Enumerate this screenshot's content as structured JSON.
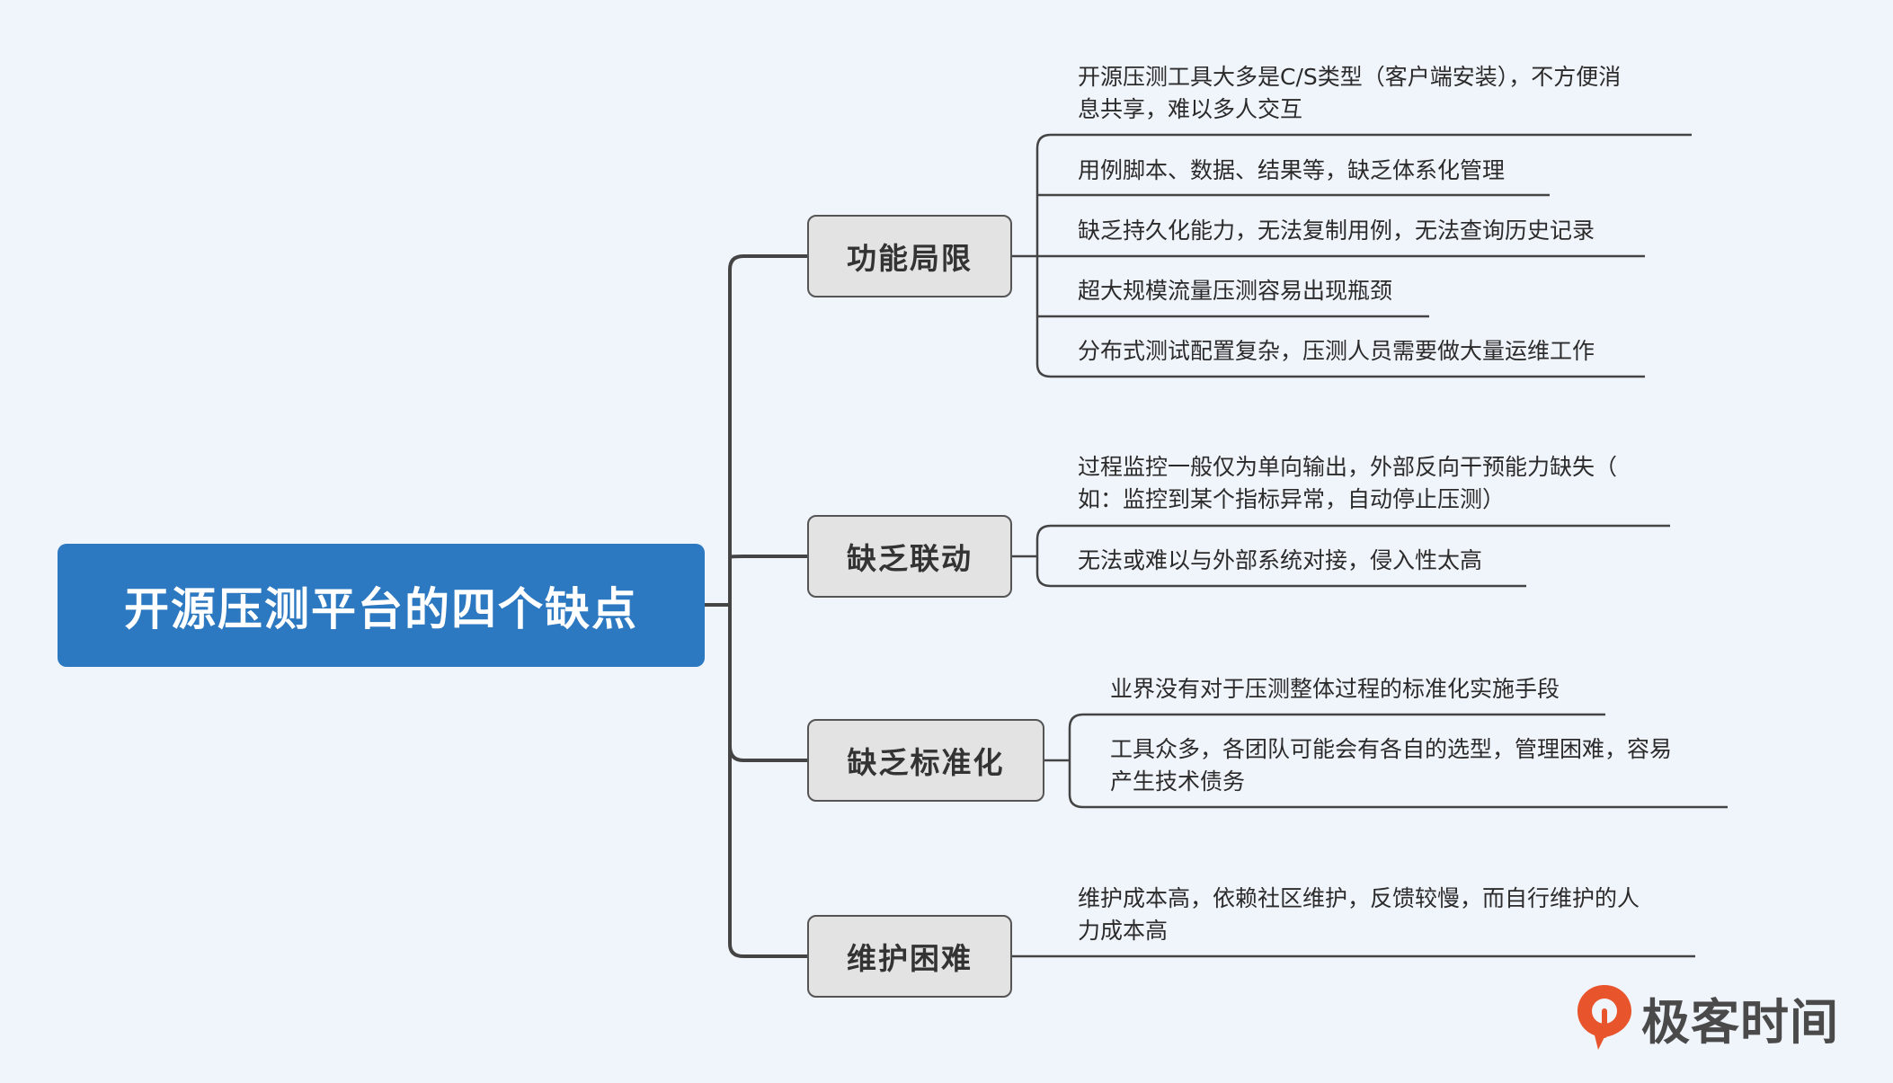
{
  "root": {
    "title": "开源压测平台的四个缺点"
  },
  "branches": [
    {
      "label": "功能局限",
      "items": [
        {
          "line1": "开源压测工具大多是C/S类型（客户端安装），不方便消",
          "line2": "息共享，难以多人交互"
        },
        {
          "line1": "用例脚本、数据、结果等，缺乏体系化管理"
        },
        {
          "line1": "缺乏持久化能力，无法复制用例，无法查询历史记录"
        },
        {
          "line1": "超大规模流量压测容易出现瓶颈"
        },
        {
          "line1": "分布式测试配置复杂，压测人员需要做大量运维工作"
        }
      ]
    },
    {
      "label": "缺乏联动",
      "items": [
        {
          "line1": "过程监控一般仅为单向输出，外部反向干预能力缺失（",
          "line2": "如：监控到某个指标异常，自动停止压测）"
        },
        {
          "line1": "无法或难以与外部系统对接，侵入性太高"
        }
      ]
    },
    {
      "label": "缺乏标准化",
      "items": [
        {
          "line1": "业界没有对于压测整体过程的标准化实施手段"
        },
        {
          "line1": "工具众多，各团队可能会有各自的选型，管理困难，容易",
          "line2": "产生技术债务"
        }
      ]
    },
    {
      "label": "维护困难",
      "items": [
        {
          "line1": "维护成本高，依赖社区维护，反馈较慢，而自行维护的人",
          "line2": "力成本高"
        }
      ]
    }
  ],
  "logo": {
    "text": "极客时间",
    "icon": "geektime-logo-icon",
    "color": "#e8552d"
  },
  "colors": {
    "root": "#2c78c1",
    "branch_fill": "#e3e3e3",
    "line": "#444444",
    "background": "#f0f4fb"
  }
}
